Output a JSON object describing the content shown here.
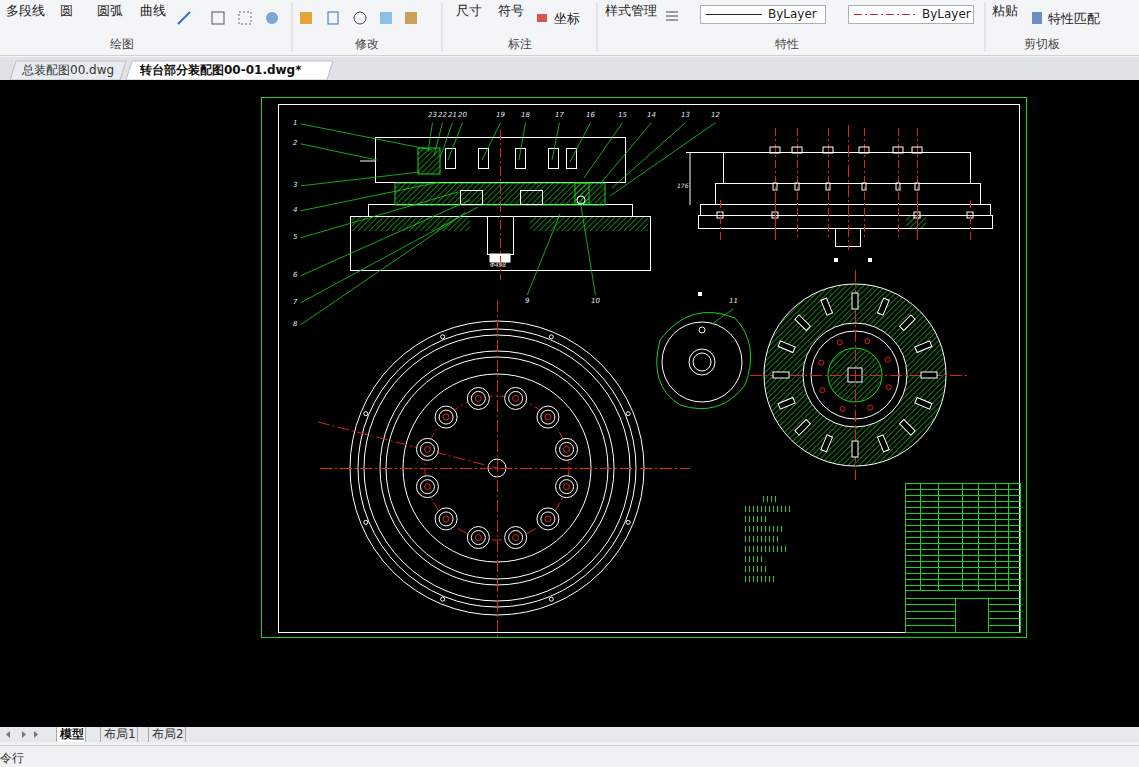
{
  "diagram": {
    "nodes": [
      {
        "text": [
          "总装配图00.dwg"
        ]
      },
      {
        "text": [
          "转台部分装配图00-01.dwg*"
        ]
      },
      {
        "text": [
          "模型"
        ]
      },
      {
        "text": [
          "布局1"
        ]
      },
      {
        "text": [
          "布局2"
        ]
      },
      {
        "text": [
          "ByLayer"
        ]
      },
      {
        "text": [
          "ByLayer"
        ]
      }
    ],
    "labels": [
      "多段线",
      "圆",
      "圆弧",
      "曲线",
      "绘图",
      "修改",
      "尺寸",
      "符号",
      "坐标",
      "标注",
      "样式管理",
      "特性",
      "粘贴",
      "特性匹配",
      "剪切板",
      "令行",
      "1",
      "2",
      "3",
      "4",
      "5",
      "6",
      "7",
      "8",
      "23",
      "22",
      "21",
      "20",
      "19",
      "18",
      "17",
      "16",
      "15",
      "14",
      "13",
      "12",
      "9",
      "10",
      "11",
      "Φ498",
      "176"
    ]
  }
}
